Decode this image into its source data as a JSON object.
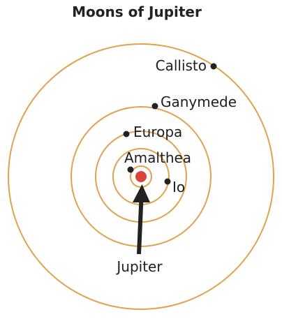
{
  "diagram": {
    "title": "Moons of Jupiter",
    "planet": {
      "label": "Jupiter",
      "color": "#d9463b"
    },
    "orbit_color": "#e0a24d",
    "moons": [
      {
        "name": "Amalthea"
      },
      {
        "name": "Io"
      },
      {
        "name": "Europa"
      },
      {
        "name": "Ganymede"
      },
      {
        "name": "Callisto"
      }
    ],
    "colors": {
      "moon_dot": "#222222",
      "arrow": "#222222"
    }
  }
}
